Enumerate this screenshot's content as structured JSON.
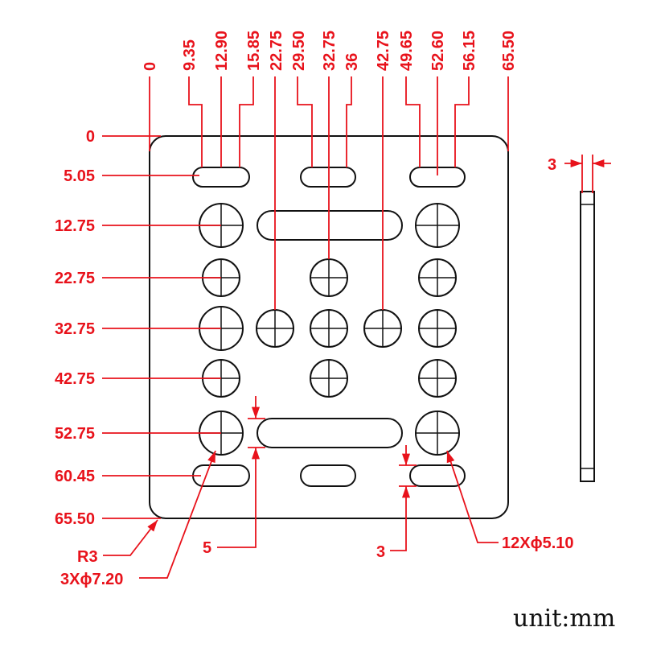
{
  "drawing": {
    "top_dimensions": [
      "0",
      "9.35",
      "12.90",
      "15.85",
      "22.75",
      "29.50",
      "32.75",
      "36",
      "42.75",
      "49.65",
      "52.60",
      "56.15",
      "65.50"
    ],
    "left_dimensions": [
      "0",
      "5.05",
      "12.75",
      "22.75",
      "32.75",
      "42.75",
      "52.75",
      "60.45",
      "65.50"
    ],
    "thickness_label": "3",
    "callouts": {
      "corner_radius": "R3",
      "large_holes": "3Xϕ7.20",
      "small_holes": "12Xϕ5.10",
      "slot_width": "5",
      "small_slot_width": "3"
    },
    "unit": "unit:mm",
    "colors": {
      "dimension": "#e8121b",
      "outline": "#111111",
      "background": "#ffffff"
    }
  }
}
